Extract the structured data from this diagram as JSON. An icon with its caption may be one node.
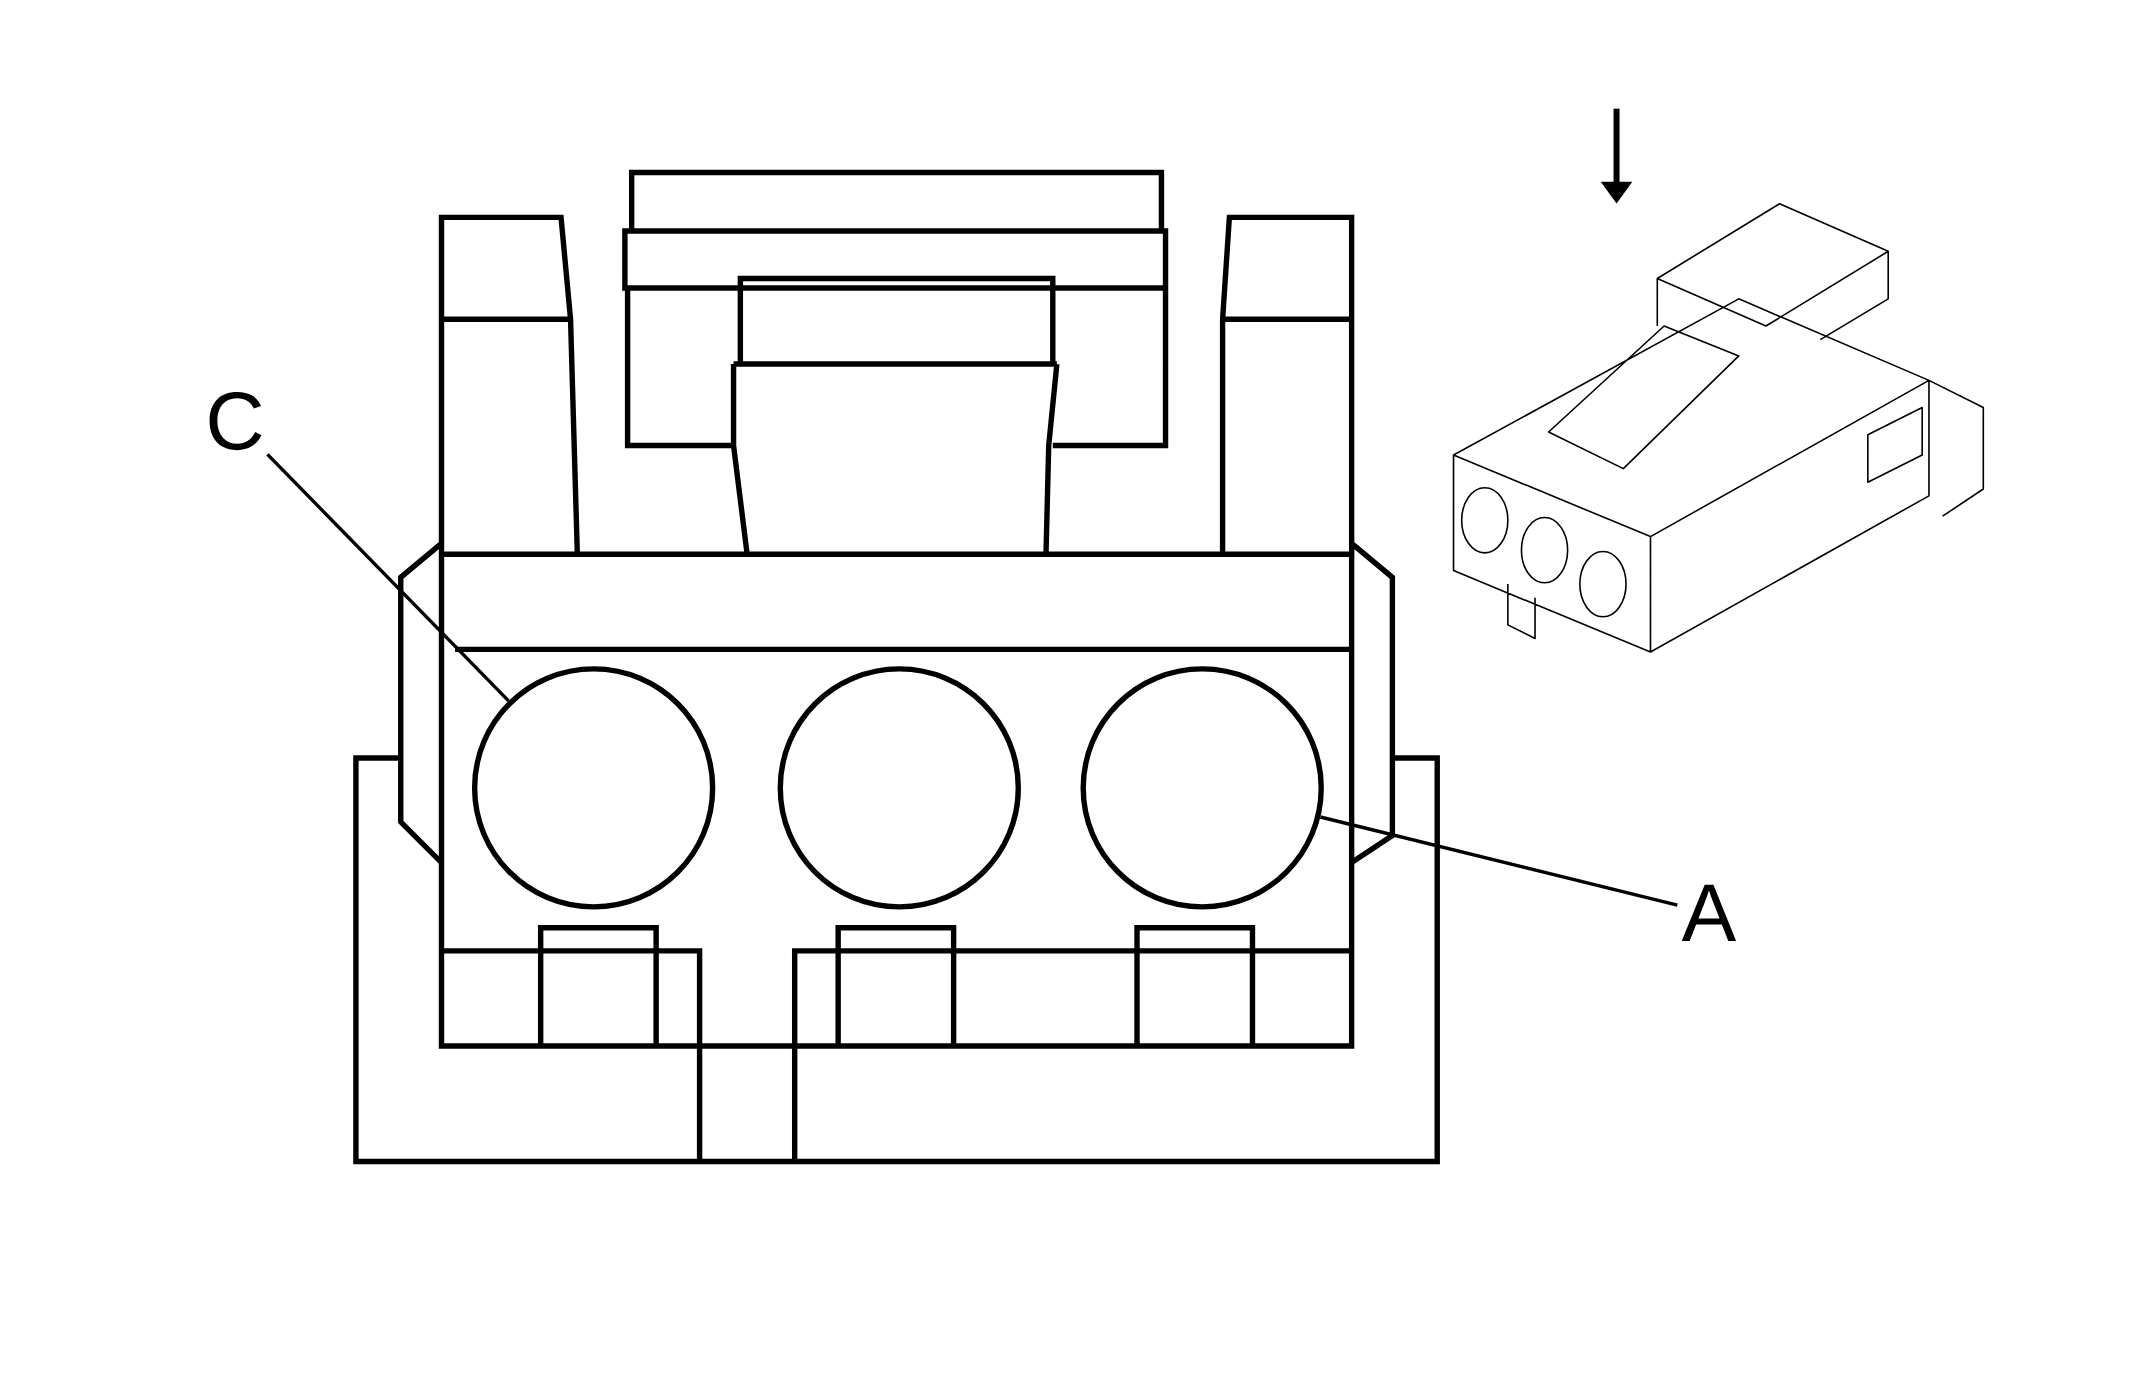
{
  "diagram": {
    "nodes": [
      {
        "text": [
          "C"
        ]
      },
      {
        "text": [],
        "shape": "circle"
      },
      {
        "text": [],
        "shape": "circle"
      },
      {
        "text": [],
        "shape": "circle"
      },
      {
        "text": [
          "A"
        ]
      }
    ],
    "edges": [
      {
        "from": 0,
        "to": 1,
        "arrow": "none"
      },
      {
        "from": 4,
        "to": 3,
        "arrow": "none"
      }
    ]
  }
}
